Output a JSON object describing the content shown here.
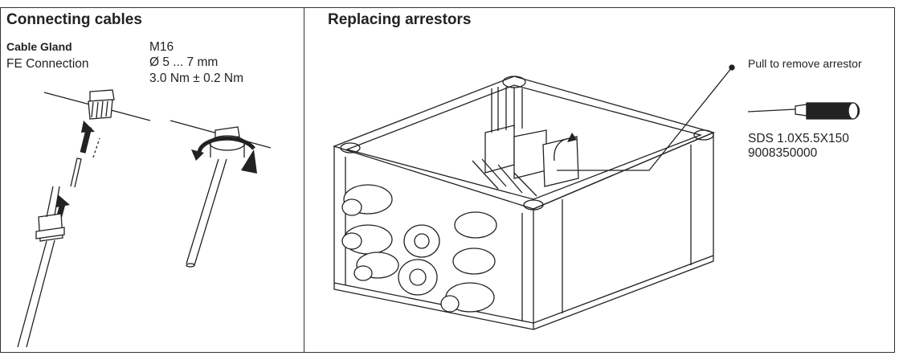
{
  "left_panel": {
    "title": "Connecting cables",
    "cable_gland_label": "Cable Gland",
    "fe_connection_label": "FE Connection",
    "gland_size": "M16",
    "diameter_range": "Ø 5 ... 7 mm",
    "torque": "3.0 Nm ± 0.2 Nm"
  },
  "right_panel": {
    "title": "Replacing arrestors",
    "pull_instruction": "Pull to remove arrestor",
    "tool_name": "SDS 1.0X5.5X150",
    "tool_part_number": "9008350000"
  },
  "icons": [
    "cable-gland-assembly-illustration",
    "cable-tightening-illustration",
    "junction-box-illustration",
    "screwdriver-icon"
  ]
}
